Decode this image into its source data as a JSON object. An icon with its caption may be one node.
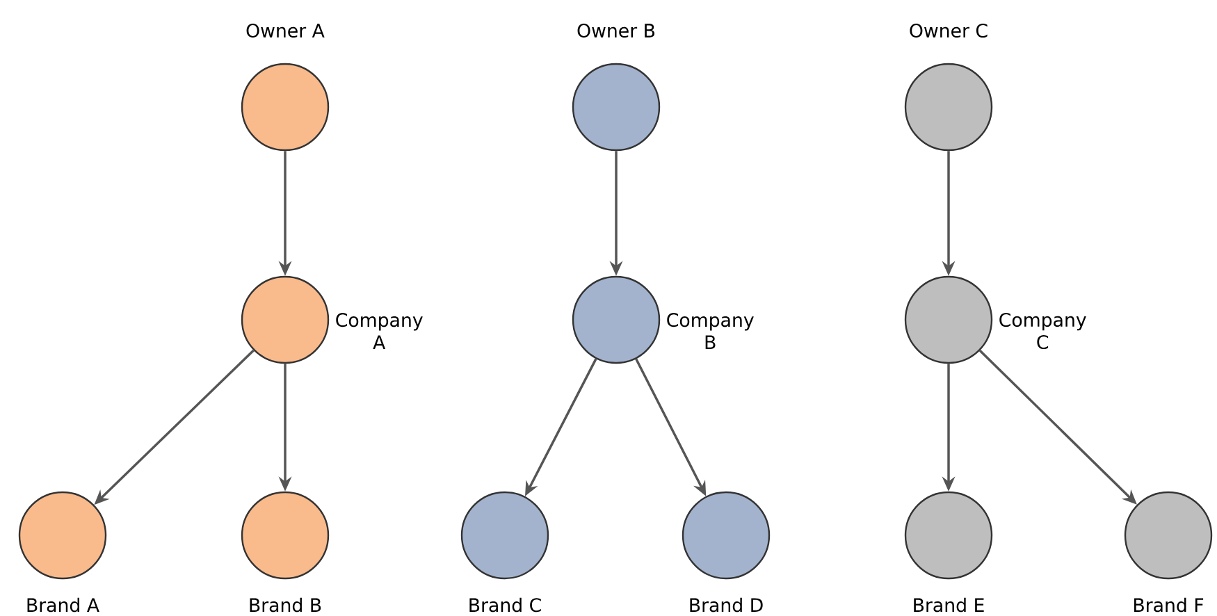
{
  "diagram": {
    "nodes": [
      {
        "text": [],
        "shape": "circle",
        "beside": [
          "Owner A"
        ]
      },
      {
        "text": [],
        "shape": "circle",
        "beside": [
          "Company A"
        ]
      },
      {
        "text": [],
        "shape": "circle",
        "beside": [
          "Brand A"
        ]
      },
      {
        "text": [],
        "shape": "circle",
        "beside": [
          "Brand B"
        ]
      },
      {
        "text": [],
        "shape": "circle",
        "beside": [
          "Owner B"
        ]
      },
      {
        "text": [],
        "shape": "circle",
        "beside": [
          "Company B"
        ]
      },
      {
        "text": [],
        "shape": "circle",
        "beside": [
          "Brand C"
        ]
      },
      {
        "text": [],
        "shape": "circle",
        "beside": [
          "Brand D"
        ]
      },
      {
        "text": [],
        "shape": "circle",
        "beside": [
          "Owner C"
        ]
      },
      {
        "text": [],
        "shape": "circle",
        "beside": [
          "Company C"
        ]
      },
      {
        "text": [],
        "shape": "circle",
        "beside": [
          "Brand E"
        ]
      },
      {
        "text": [],
        "shape": "circle",
        "beside": [
          "Brand F"
        ]
      }
    ],
    "edges": [
      {
        "from": 0,
        "to": 1,
        "arrow": "to"
      },
      {
        "from": 1,
        "to": 2,
        "arrow": "to"
      },
      {
        "from": 1,
        "to": 3,
        "arrow": "to"
      },
      {
        "from": 4,
        "to": 5,
        "arrow": "to"
      },
      {
        "from": 5,
        "to": 6,
        "arrow": "to"
      },
      {
        "from": 5,
        "to": 7,
        "arrow": "to"
      },
      {
        "from": 8,
        "to": 9,
        "arrow": "to"
      },
      {
        "from": 9,
        "to": 10,
        "arrow": "to"
      },
      {
        "from": 9,
        "to": 11,
        "arrow": "to"
      }
    ]
  }
}
